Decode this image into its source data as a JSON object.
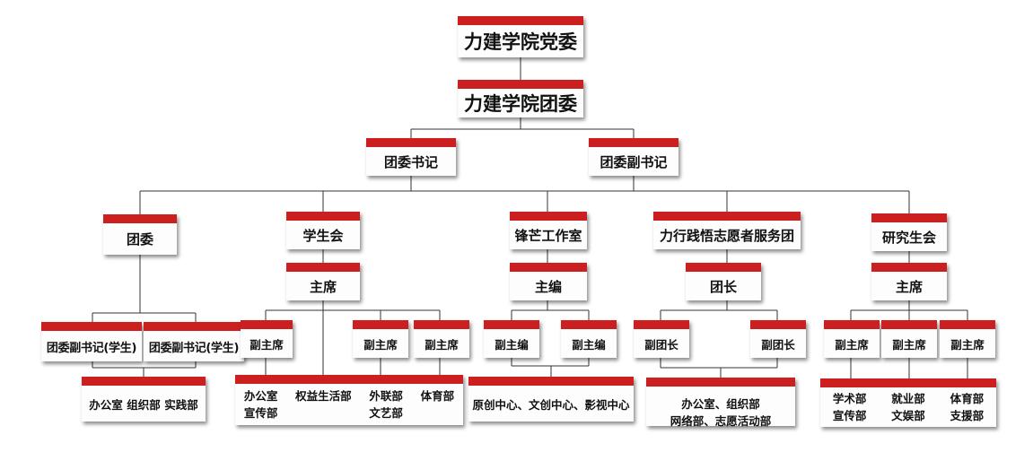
{
  "nodes": {
    "party": "力建学院党委",
    "league": "力建学院团委",
    "secretary": "团委书记",
    "deputy_secretary": "团委副书记",
    "tuanwei": "团委",
    "student_union": "学生会",
    "fengmang": "锋芒工作室",
    "volunteer": "力行践悟志愿者服务团",
    "graduate": "研究生会",
    "su_chair": "主席",
    "fm_editor": "主编",
    "vol_leader": "团长",
    "gu_chair": "主席",
    "tw_deputy1": "团委副书记(学生)",
    "tw_deputy2": "团委副书记(学生)",
    "su_vice1": "副主席",
    "su_vice2": "副主席",
    "su_vice3": "副主席",
    "fm_vice1": "副主编",
    "fm_vice2": "副主编",
    "vol_vice1": "副团长",
    "vol_vice2": "副团长",
    "gu_vice1": "副主席",
    "gu_vice2": "副主席",
    "gu_vice3": "副主席"
  },
  "depts": {
    "tuanwei": [
      "办公室",
      "组织部",
      "实践部"
    ],
    "su_col1": [
      "办公室",
      "宣传部"
    ],
    "su_col2": [
      "权益生活部"
    ],
    "su_col3": [
      "外联部",
      "文艺部"
    ],
    "su_col4": [
      "体育部"
    ],
    "fengmang": "原创中心、文创中心、影视中心",
    "volunteer_line1": "办公室、组织部",
    "volunteer_line2": "网络部、志愿活动部",
    "gu_col1": [
      "学术部",
      "宣传部"
    ],
    "gu_col2": [
      "就业部",
      "文娱部"
    ],
    "gu_col3": [
      "体育部",
      "支援部"
    ]
  },
  "colors": {
    "accent": "#cc1f1f",
    "line": "#333333",
    "box": "#fdfdfd"
  }
}
